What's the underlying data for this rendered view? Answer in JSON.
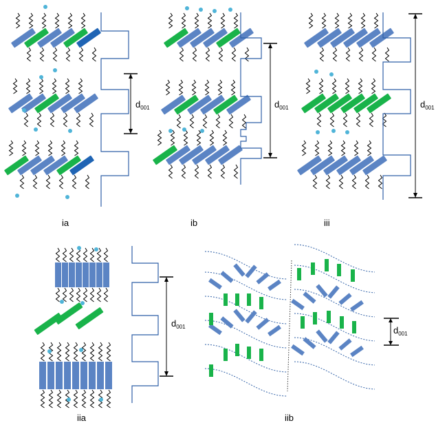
{
  "panels": {
    "ia": {
      "label": "ia",
      "spacing": {
        "symbol": "d",
        "subscript": "001"
      }
    },
    "ib": {
      "label": "ib",
      "spacing": {
        "symbol": "d",
        "subscript": "001"
      }
    },
    "iii": {
      "label": "iii",
      "spacing": {
        "symbol": "d",
        "subscript": "001"
      }
    },
    "iia": {
      "label": "iia",
      "spacing": {
        "symbol": "d",
        "subscript": "001"
      }
    },
    "iib": {
      "label": "iib",
      "spacing": {
        "symbol": "d",
        "subscript": "001"
      }
    }
  },
  "colors": {
    "blue_block": "#5b84c4",
    "dark_blue_block": "#1f64b4",
    "green_block": "#19b34a",
    "head_group": "#4fb4d8",
    "profile_line": "#2e5fa6",
    "chain": "#000000"
  }
}
